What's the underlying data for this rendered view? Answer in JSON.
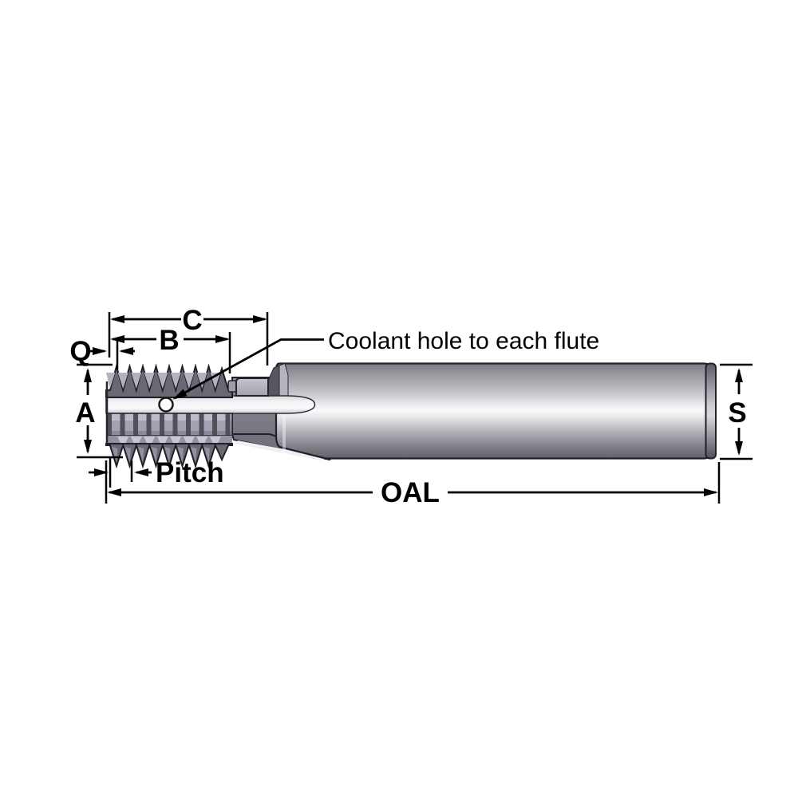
{
  "diagram": {
    "labels": {
      "c": "C",
      "b": "B",
      "q": "Q",
      "a": "A",
      "pitch": "Pitch",
      "oal": "OAL",
      "s": "S",
      "coolant_note": "Coolant hole to each flute"
    },
    "colors": {
      "background": "#ffffff",
      "line": "#000000",
      "metal_dark": "#696973",
      "metal_mid": "#a3a3b0",
      "metal_light": "#f6f6f7",
      "flute_band": "#ececef"
    }
  }
}
